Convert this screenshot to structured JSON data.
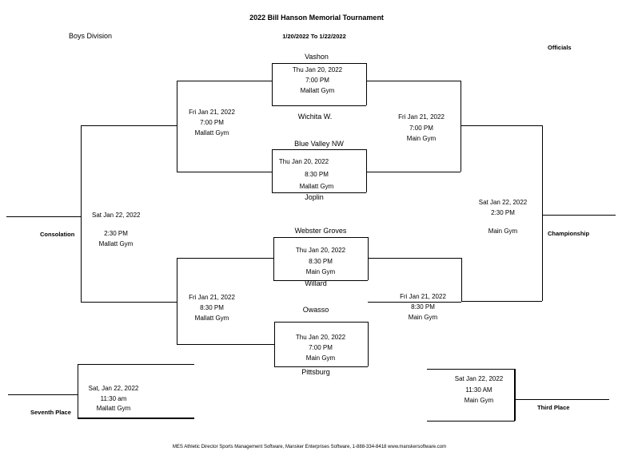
{
  "header": {
    "title": "2022 Bill Hanson Memorial Tournament",
    "division": "Boys Division",
    "date_range": "1/20/2022 To 1/22/2022",
    "officials_label": "Officials"
  },
  "teams": {
    "vashon": "Vashon",
    "wichita": "Wichita W.",
    "blue_valley": "Blue Valley NW",
    "joplin": "Joplin",
    "webster": "Webster Groves",
    "willard": "Willard",
    "owasso": "Owasso",
    "pittsburg": "Pittsburg"
  },
  "games": {
    "g1": [
      "Thu Jan 20, 2022",
      "7:00 PM",
      "Mallatt Gym"
    ],
    "g2": [
      "Thu Jan 20, 2022",
      "8:30 PM",
      "Mallatt Gym"
    ],
    "g3": [
      "Thu Jan 20, 2022",
      "8:30 PM",
      "Main Gym"
    ],
    "g4": [
      "Thu Jan 20, 2022",
      "7:00 PM",
      "Main Gym"
    ],
    "cons_semi_1": [
      "Fri Jan 21, 2022",
      "7:00 PM",
      "Mallatt Gym"
    ],
    "cons_semi_2": [
      "Fri Jan 21, 2022",
      "8:30 PM",
      "Mallatt Gym"
    ],
    "semi_1": [
      "Fri Jan 21, 2022",
      "7:00 PM",
      "Main Gym"
    ],
    "semi_2": [
      "Fri Jan 21, 2022",
      "8:30 PM",
      "Main Gym"
    ],
    "consolation": [
      "Sat Jan 22, 2022",
      "2:30 PM",
      "Mallatt Gym"
    ],
    "championship": [
      "Sat Jan 22, 2022",
      "2:30 PM",
      "Main Gym"
    ],
    "seventh": [
      "Sat, Jan 22, 2022",
      "11:30 am",
      "Mallatt Gym"
    ],
    "third": [
      "Sat Jan 22, 2022",
      "11:30 AM",
      "Main Gym"
    ]
  },
  "labels": {
    "consolation": "Consolation",
    "championship": "Championship",
    "seventh": "Seventh Place",
    "third": "Third Place"
  },
  "footer": "MES Athletic Director Sports Management Software, Mansker Enterprises Software, 1-888-334-8418 www.manskersoftware.com"
}
